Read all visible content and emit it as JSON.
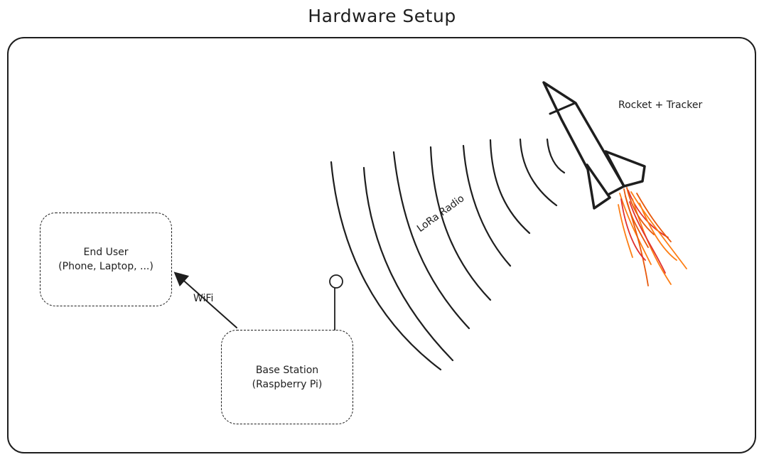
{
  "diagram": {
    "title": "Hardware Setup",
    "nodes": {
      "end_user": {
        "line1": "End User",
        "line2": "(Phone, Laptop, ...)"
      },
      "base_station": {
        "line1": "Base Station",
        "line2": "(Raspberry Pi)"
      },
      "rocket": {
        "label": "Rocket + Tracker"
      }
    },
    "edges": {
      "wifi": "WiFi",
      "lora": "LoRa Radio"
    },
    "colors": {
      "ink": "#1e1e1e",
      "flame_dark": "#e8590c",
      "flame_light": "#fd7e14",
      "flame_red": "#e03131"
    }
  }
}
